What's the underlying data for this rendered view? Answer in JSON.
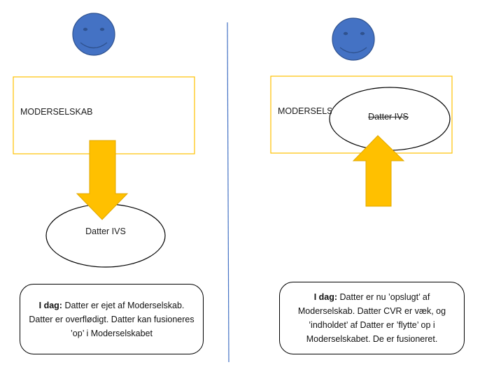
{
  "colors": {
    "face": "#4472c4",
    "face_stroke": "#2f528f",
    "box_border": "#ffc000",
    "arrow_fill": "#ffc000",
    "arrow_stroke": "#e0a800",
    "divider": "#4472c4"
  },
  "left": {
    "parent_label": "MODERSELSKAB",
    "child_label": "Datter IVS",
    "caption_bold": "I dag:",
    "caption_text": "Datter er ejet af Moderselskab. Datter er overflødigt. Datter kan fusioneres ’op’ i Moderselskabet"
  },
  "right": {
    "parent_label": "MODERSELSKAB",
    "child_label": "Datter IVS",
    "caption_bold": "I dag:",
    "caption_text": "Datter er nu ’opslugt’ af Moderselskab. Datter CVR er væk, og ’indholdet’ af Datter er ’flytte’ op i Moderselskabet. De er fusioneret."
  }
}
